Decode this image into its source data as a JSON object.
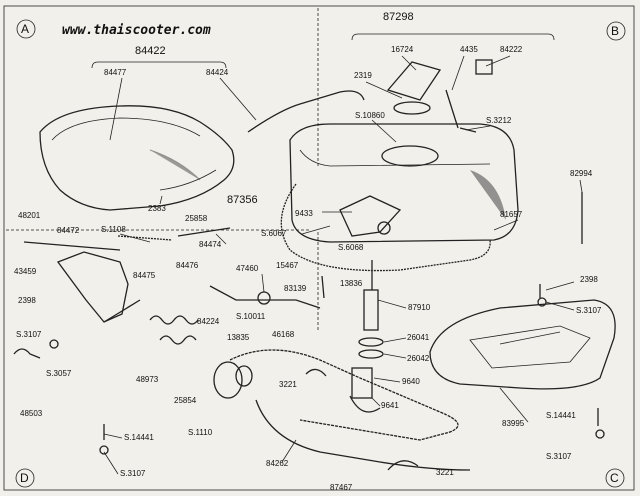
{
  "site": "www.thaiscooter.com",
  "corners": [
    "A",
    "B",
    "C",
    "D"
  ],
  "groups": [
    "84422",
    "87298",
    "87356"
  ],
  "labels": {
    "p84477": "84477",
    "p84424": "84424",
    "p2319": "2319",
    "p16724": "16724",
    "p4435": "4435",
    "p84222": "84222",
    "pS10860": "S.10860",
    "pS3212": "S.3212",
    "p82994": "82994",
    "p2383": "2383",
    "p25858": "25858",
    "p48201": "48201",
    "p84472": "84472",
    "pS1108": "S.1108",
    "p84474": "84474",
    "p84476": "84476",
    "p84475": "84475",
    "p43459": "43459",
    "p9433": "9433",
    "pS6067": "S.6067",
    "pS6068": "S.6068",
    "p81657": "81657",
    "p47460": "47460",
    "p15467": "15467",
    "p83139": "83139",
    "pS10011": "S.10011",
    "p84224": "84224",
    "p13835": "13835",
    "p46168": "46168",
    "p13836": "13836",
    "p87910": "87910",
    "p26041": "26041",
    "p26042": "26042",
    "p2398a": "2398",
    "pS3107a": "S.3107",
    "pS3057": "S.3057",
    "p48503": "48503",
    "p48973": "48973",
    "p25854": "25854",
    "pS1110": "S.1110",
    "p3221a": "3221",
    "p9640": "9640",
    "p9641": "9641",
    "p2398b": "2398",
    "pS3107b": "S.3107",
    "p83995": "83995",
    "pS14441a": "S.14441",
    "pS3107c": "S.3107",
    "pS14441b": "S.14441",
    "pS3107d": "S.3107",
    "p84262": "84262",
    "p87467": "87467",
    "p3221b": "3221"
  }
}
